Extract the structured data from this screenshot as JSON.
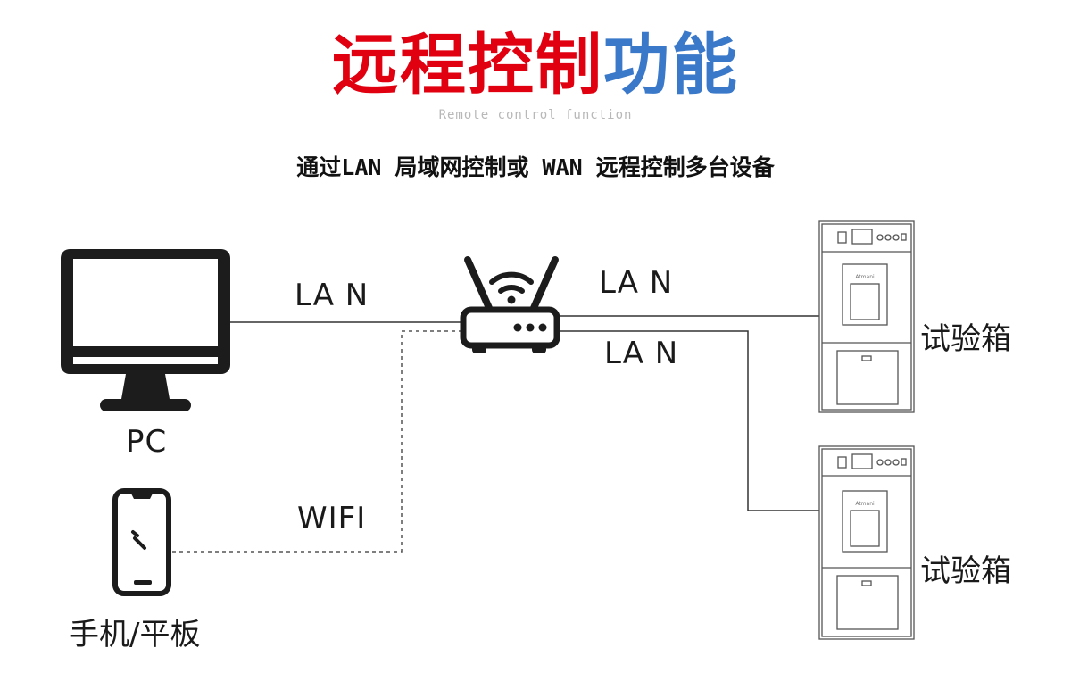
{
  "header": {
    "title_red": "远程控制",
    "title_blue": "功能",
    "subtitle_en": "Remote control function",
    "description": "通过LAN 局域网控制或 WAN 远程控制多台设备"
  },
  "devices": {
    "pc": "PC",
    "phone": "手机/平板",
    "chamber_top": "试验箱",
    "chamber_bottom": "试验箱",
    "chamber_brand": "Atmani"
  },
  "links": {
    "pc_router": "LA N",
    "router_chamber_top": "LA N",
    "router_chamber_bottom": "LA N",
    "phone_router": "WIFI"
  },
  "colors": {
    "title_red": "#e0000f",
    "title_blue": "#3a78c9",
    "icon_dark": "#1c1c1c",
    "line": "#333333"
  }
}
